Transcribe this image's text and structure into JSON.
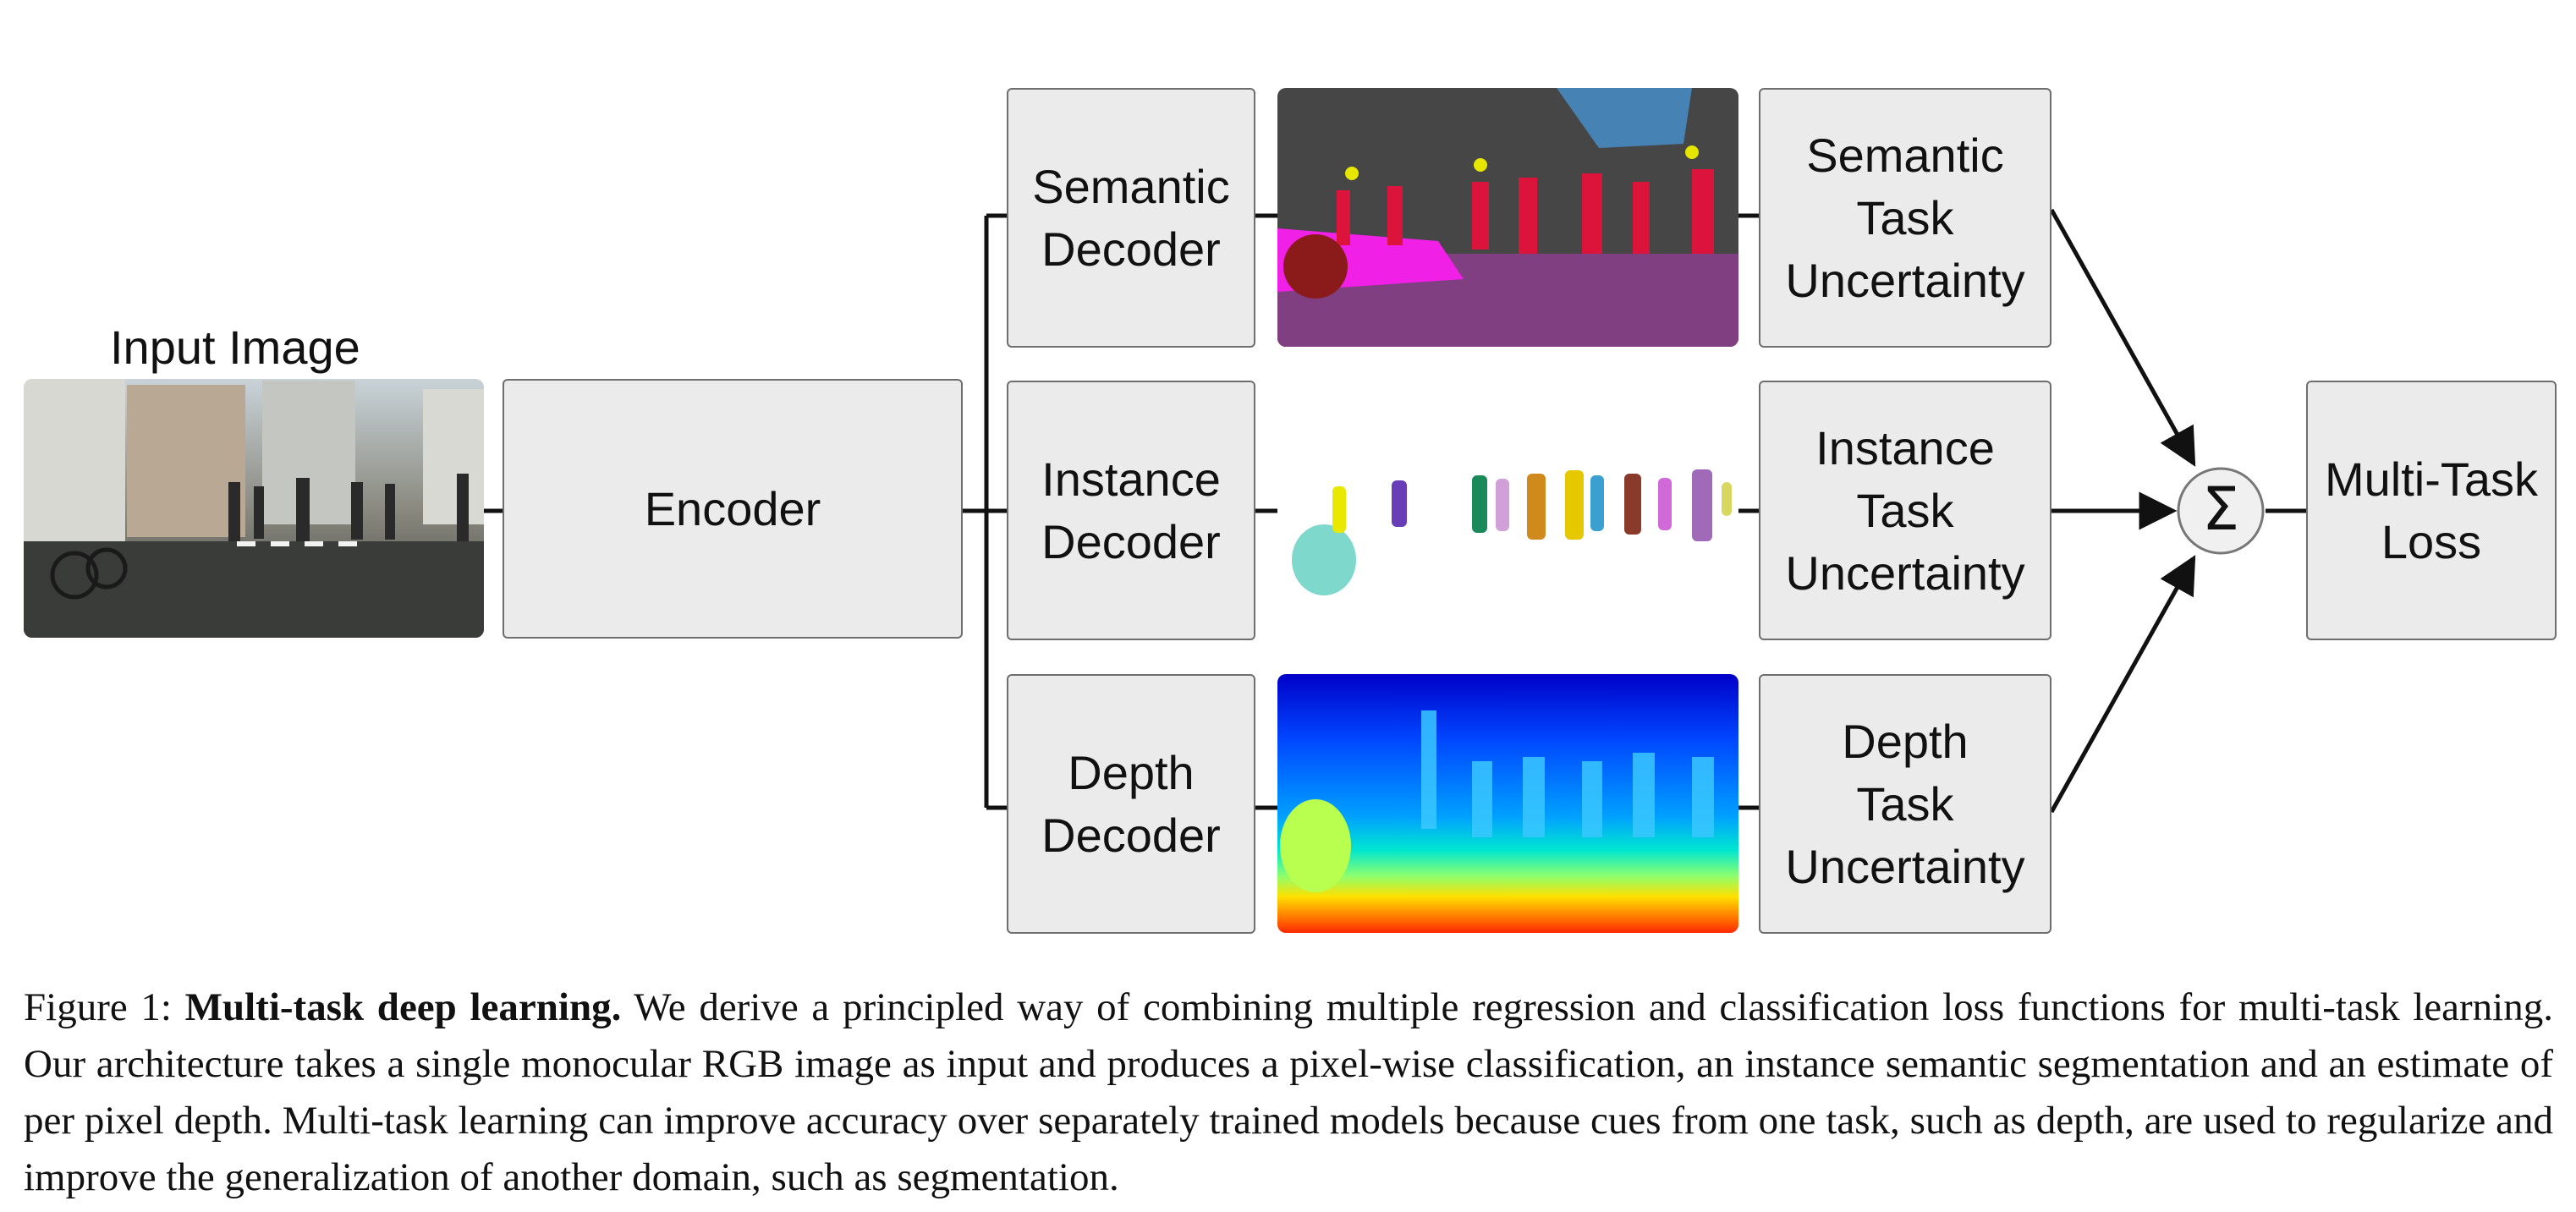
{
  "input_label": "Input Image",
  "encoder": "Encoder",
  "decoders": {
    "semantic": "Semantic\nDecoder",
    "instance": "Instance\nDecoder",
    "depth": "Depth\nDecoder"
  },
  "uncertainties": {
    "semantic": "Semantic\nTask\nUncertainty",
    "instance": "Instance\nTask\nUncertainty",
    "depth": "Depth\nTask\nUncertainty"
  },
  "sum_symbol": "Σ",
  "output": "Multi-Task\nLoss",
  "caption": {
    "prefix": "Figure 1: ",
    "bold": "Multi-task deep learning.",
    "text": " We derive a principled way of combining multiple regression and classification loss functions for multi-task learning. Our architecture takes a single monocular RGB image as input and produces a pixel-wise classification, an instance semantic segmentation and an estimate of per pixel depth. Multi-task learning can improve accuracy over separately trained models because cues from one task, such as depth, are used to regularize and improve the generalization of another domain, such as segmentation."
  },
  "colors": {
    "box_fill": "#ebebeb",
    "box_border": "#6e6e6e",
    "semantic_road": "#7f3f80",
    "semantic_sidewalk": "#f020e6",
    "semantic_building": "#464646",
    "semantic_sky": "#4682b4",
    "semantic_person": "#dc143c",
    "depth_far": "#0000c8",
    "depth_near": "#ff2800"
  }
}
